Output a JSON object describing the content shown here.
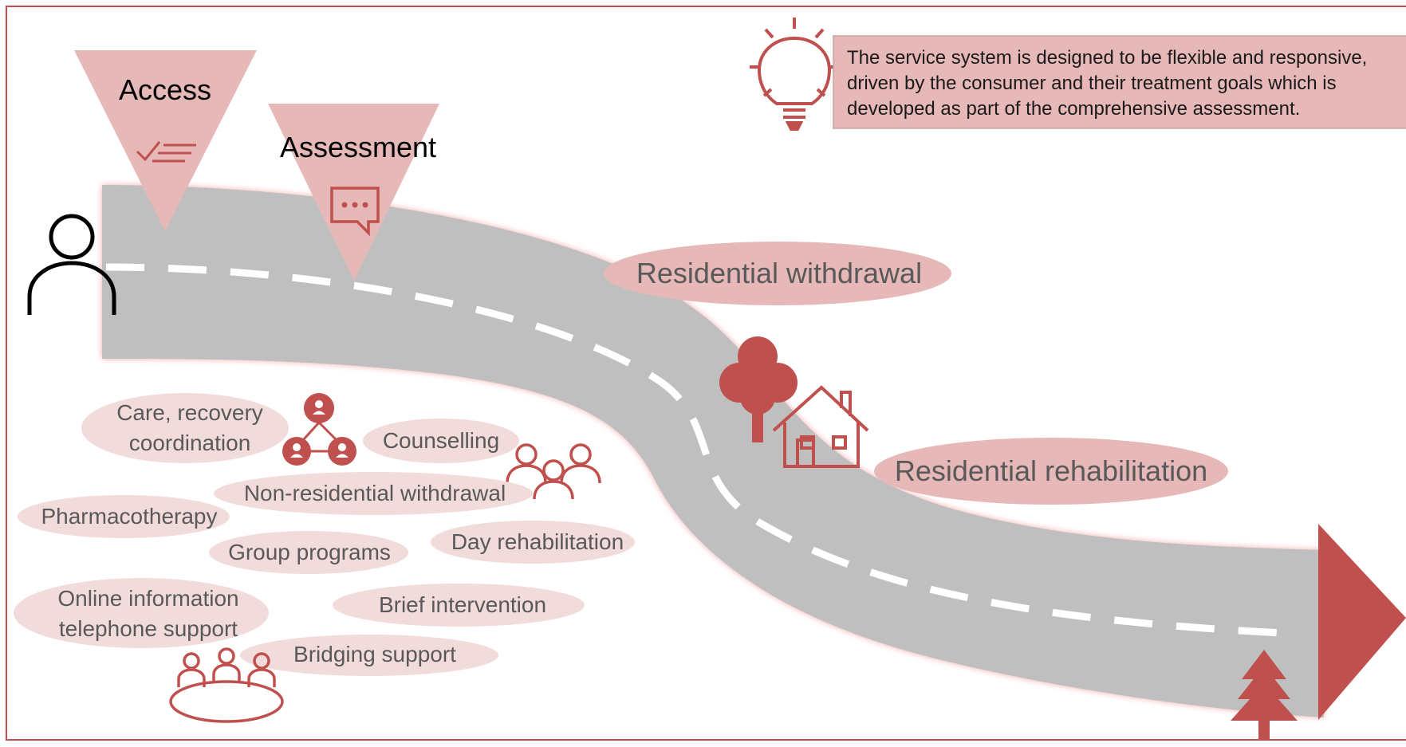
{
  "colors": {
    "accent": "#C0504D",
    "accent_light": "#E6B8B7",
    "pill": "#F2DCDB",
    "road": "#BFBFBF",
    "border": "#C0504D"
  },
  "stages": {
    "access": "Access",
    "assessment": "Assessment"
  },
  "note": {
    "lines": [
      "The service system is designed to be flexible and responsive,",
      "driven by the consumer and their treatment goals which is",
      "developed as part of the comprehensive assessment."
    ]
  },
  "residential": {
    "withdrawal": "Residential withdrawal",
    "rehabilitation": "Residential rehabilitation"
  },
  "services": {
    "care_line1": "Care, recovery",
    "care_line2": "coordination",
    "counselling": "Counselling",
    "non_residential_withdrawal": "Non-residential withdrawal",
    "pharmacotherapy": "Pharmacotherapy",
    "group_programs": "Group programs",
    "day_rehabilitation": "Day rehabilitation",
    "online_line1": "Online information",
    "online_line2": "telephone support",
    "brief_intervention": "Brief intervention",
    "bridging_support": "Bridging support"
  },
  "icons": {
    "person": "person-outline-icon",
    "access": "checklist-icon",
    "assessment": "speech-bubble-icon",
    "idea": "lightbulb-icon",
    "care": "network-people-icon",
    "group": "group-people-icon",
    "meeting": "meeting-table-icon",
    "tree": "tree-icon",
    "house": "house-icon",
    "pine": "pine-tree-icon",
    "arrow": "arrow-head-icon"
  }
}
